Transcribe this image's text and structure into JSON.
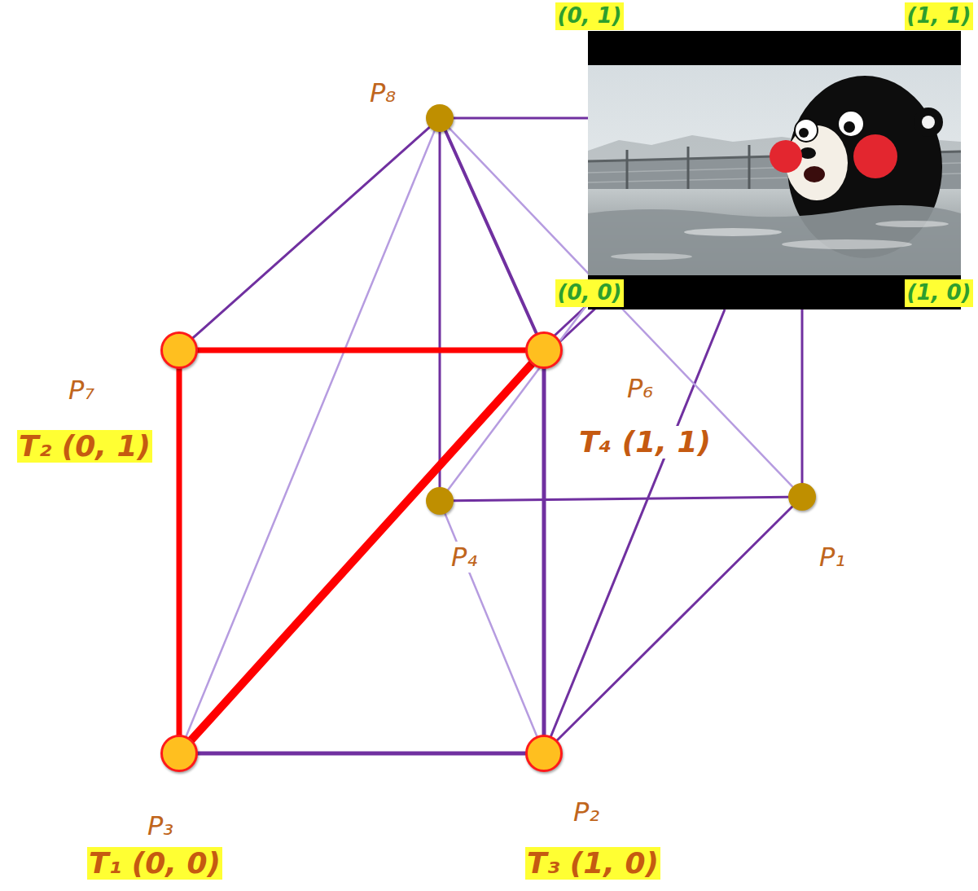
{
  "diagram": {
    "nodes": [
      {
        "text": [
          "P₈"
        ]
      },
      {
        "text": [
          "P₇",
          "T₂ (0, 1)"
        ]
      },
      {
        "text": [
          "P₆",
          "T₄ (1, 1)"
        ]
      },
      {
        "text": [
          "P₄"
        ]
      },
      {
        "text": [
          "P₁"
        ]
      },
      {
        "text": [
          "P₃",
          "T₁ (0, 0)"
        ]
      },
      {
        "text": [
          "P₂",
          "T₃ (1, 0)"
        ]
      }
    ],
    "edges": [
      {
        "from": 0,
        "to": 5,
        "arrow": "none"
      },
      {
        "from": 0,
        "to": 4,
        "arrow": "none"
      },
      {
        "from": 3,
        "to": 6,
        "arrow": "none"
      },
      {
        "from": 0,
        "to": 1,
        "arrow": "none"
      },
      {
        "from": 0,
        "to": 2,
        "arrow": "none"
      },
      {
        "from": 0,
        "to": 3,
        "arrow": "none"
      },
      {
        "from": 3,
        "to": 4,
        "arrow": "none"
      },
      {
        "from": 6,
        "to": 4,
        "arrow": "none"
      },
      {
        "from": 5,
        "to": 6,
        "arrow": "none"
      },
      {
        "from": 2,
        "to": 6,
        "arrow": "none"
      },
      {
        "from": 1,
        "to": 2,
        "arrow": "none"
      },
      {
        "from": 1,
        "to": 5,
        "arrow": "none"
      },
      {
        "from": 2,
        "to": 5,
        "arrow": "none"
      }
    ],
    "labels": [
      "(0, 1)",
      "(1, 1)",
      "(0, 0)",
      "(1, 0)"
    ]
  }
}
